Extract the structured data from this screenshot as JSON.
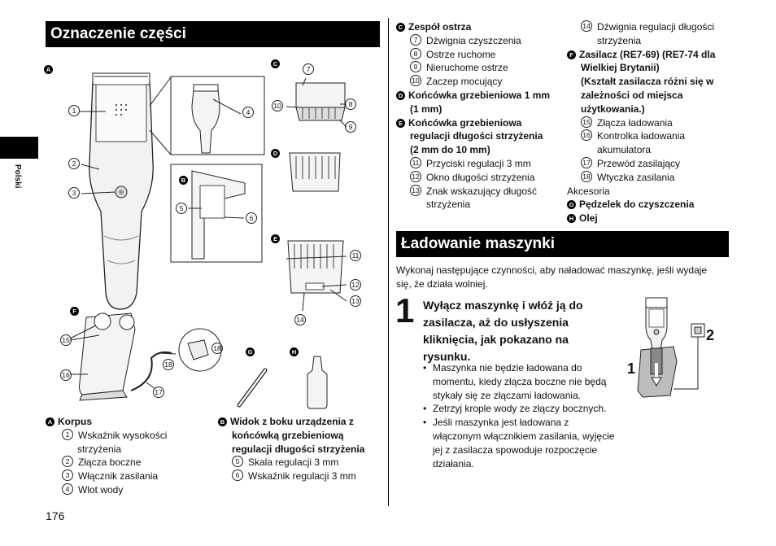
{
  "side_label": "Polski",
  "page_number": "176",
  "section1": {
    "title": "Oznaczenie części",
    "labels": {
      "A": "A",
      "B": "B",
      "C": "C",
      "D": "D",
      "E": "E",
      "F": "F",
      "G": "G",
      "H": "H",
      "n1": "1",
      "n2": "2",
      "n3": "3",
      "n4": "4",
      "n5": "5",
      "n6": "6",
      "n7": "7",
      "n8": "8",
      "n9": "9",
      "n10": "10",
      "n11": "11",
      "n12": "12",
      "n13": "13",
      "n14": "14",
      "n15": "15",
      "n16": "16",
      "n17": "17",
      "n18": "18"
    },
    "legend_a": {
      "badge": "A",
      "title": "Korpus",
      "items": [
        {
          "num": "1",
          "text": "Wskaźnik wysokości"
        },
        {
          "num": "",
          "text": "strzyżenia"
        },
        {
          "num": "2",
          "text": "Złącza boczne"
        },
        {
          "num": "3",
          "text": "Włącznik zasilania"
        },
        {
          "num": "4",
          "text": "Wlot wody"
        }
      ]
    },
    "legend_b": {
      "badge": "B",
      "title_lines": [
        "Widok z boku urządzenia z",
        "końcówką grzebieniową",
        "regulacji długości strzyżenia"
      ],
      "items": [
        {
          "num": "5",
          "text": "Skala regulacji 3 mm"
        },
        {
          "num": "6",
          "text": "Wskaźnik regulacji 3 mm"
        }
      ]
    }
  },
  "right_top": {
    "c": {
      "badge": "C",
      "title": "Zespół ostrza",
      "items": [
        {
          "num": "7",
          "text": "Dźwignia czyszczenia"
        },
        {
          "num": "8",
          "text": "Ostrze ruchome"
        },
        {
          "num": "9",
          "text": "Nieruchome ostrze"
        },
        {
          "num": "10",
          "text": "Zaczep mocujący"
        }
      ]
    },
    "d": {
      "badge": "D",
      "title_lines": [
        "Końcówka grzebieniowa 1 mm",
        "(1 mm)"
      ]
    },
    "e": {
      "badge": "E",
      "title_lines": [
        "Końcówka grzebieniowa",
        "regulacji długości strzyżenia",
        "(2 mm do 10 mm)"
      ],
      "items": [
        {
          "num": "11",
          "text": "Przyciski regulacji 3 mm"
        },
        {
          "num": "12",
          "text": "Okno długości strzyżenia"
        },
        {
          "num": "13",
          "text": "Znak wskazujący długość"
        },
        {
          "num": "",
          "text": "strzyżenia"
        }
      ]
    },
    "col2": {
      "items_top": [
        {
          "num": "14",
          "text": "Dźwignia regulacji długości"
        },
        {
          "num": "",
          "text": "strzyżenia"
        }
      ],
      "f": {
        "badge": "F",
        "title_lines": [
          "Zasilacz (RE7-69) (RE7-74 dla",
          "Wielkiej Brytanii)",
          "(Kształt zasilacza różni się w",
          "zależności od miejsca",
          "użytkowania.)"
        ],
        "items": [
          {
            "num": "15",
            "text": "Złącza ładowania"
          },
          {
            "num": "16",
            "text": "Kontrolka ładowania"
          },
          {
            "num": "",
            "text": "akumulatora"
          },
          {
            "num": "17",
            "text": "Przewód zasilający"
          },
          {
            "num": "18",
            "text": "Wtyczka zasilania"
          }
        ]
      },
      "accessories": "Akcesoria",
      "g": {
        "badge": "G",
        "title": "Pędzelek do czyszczenia"
      },
      "h": {
        "badge": "H",
        "title": "Olej"
      }
    }
  },
  "section2": {
    "title": "Ładowanie maszynki",
    "intro_lines": [
      "Wykonaj następujące czynności, aby naładować maszynkę, jeśli wydaje",
      "się, że działa wolniej."
    ],
    "step_number": "1",
    "step_title_lines": [
      "Wyłącz maszynkę i włóż ją do",
      "zasilacza, aż do usłyszenia",
      "kliknięcia, jak pokazano na",
      "rysunku."
    ],
    "bullets": [
      {
        "lines": [
          "Maszynka nie będzie ładowana do",
          "momentu, kiedy złącza boczne nie będą",
          "stykały się ze złączami ładowania."
        ]
      },
      {
        "lines": [
          "Zetrzyj krople wody ze złączy bocznych."
        ]
      },
      {
        "lines": [
          "Jeśli maszynka jest ładowana z",
          "włączonym włącznikiem zasilania, wyjęcie",
          "jej z zasilacza spowoduje rozpoczęcie",
          "działania."
        ]
      }
    ],
    "figure_labels": {
      "one": "1",
      "two": "2"
    }
  }
}
